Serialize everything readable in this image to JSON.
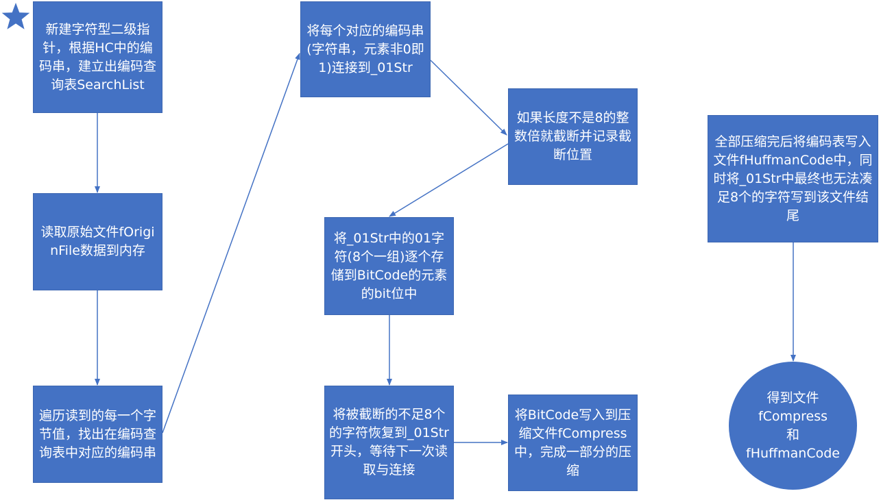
{
  "nodes": {
    "n1": "新建字符型二级指针，根据HC中的编码串，建立出编码查询表SearchList",
    "n2": "读取原始文件fOriginFile数据到内存",
    "n3": "遍历读到的每一个字节值，找出在编码查询表中对应的编码串",
    "n4": "将每个对应的编码串(字符串，元素非0即1)连接到_01Str",
    "n5": "如果长度不是8的整数倍就截断并记录截断位置",
    "n6": "将_01Str中的01字符(8个一组)逐个存储到BitCode的元素的bit位中",
    "n7": "将被截断的不足8个的字符恢复到_01Str开头，等待下一次读取与连接",
    "n8": "将BitCode写入到压缩文件fCompress中，完成一部分的压缩",
    "n9": "全部压缩完后将编码表写入文件fHuffmanCode中，同时将_01Str中最终也无法凑足8个的字符写到该文件结尾"
  },
  "result": {
    "line1": "得到文件",
    "line2": "fCompress",
    "line3": "和",
    "line4": "fHuffmanCode"
  },
  "icons": {
    "start": "star-icon"
  },
  "colors": {
    "box_fill": "#4472C4",
    "connector": "#4472C4",
    "text": "#ffffff"
  }
}
